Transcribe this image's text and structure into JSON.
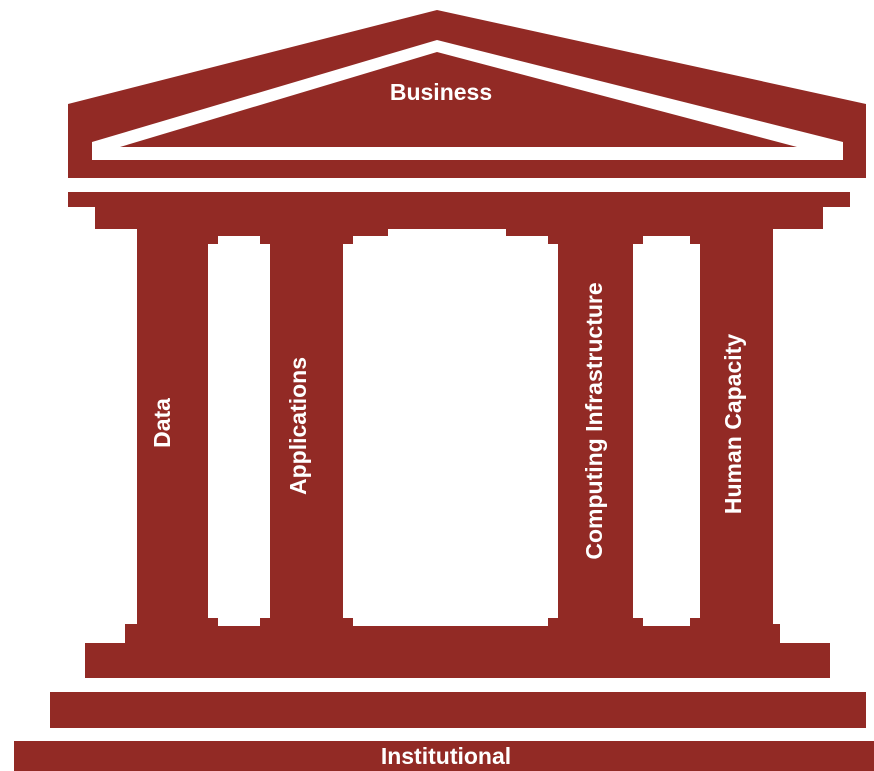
{
  "diagram": {
    "roof_label": "Business",
    "pillars": [
      {
        "label": "Data"
      },
      {
        "label": "Applications"
      },
      {
        "label": "Computing Infrastructure"
      },
      {
        "label": "Human Capacity"
      }
    ],
    "base_label": "Institutional",
    "colors": {
      "primary": "#922A25",
      "background": "#FFFFFF"
    }
  }
}
